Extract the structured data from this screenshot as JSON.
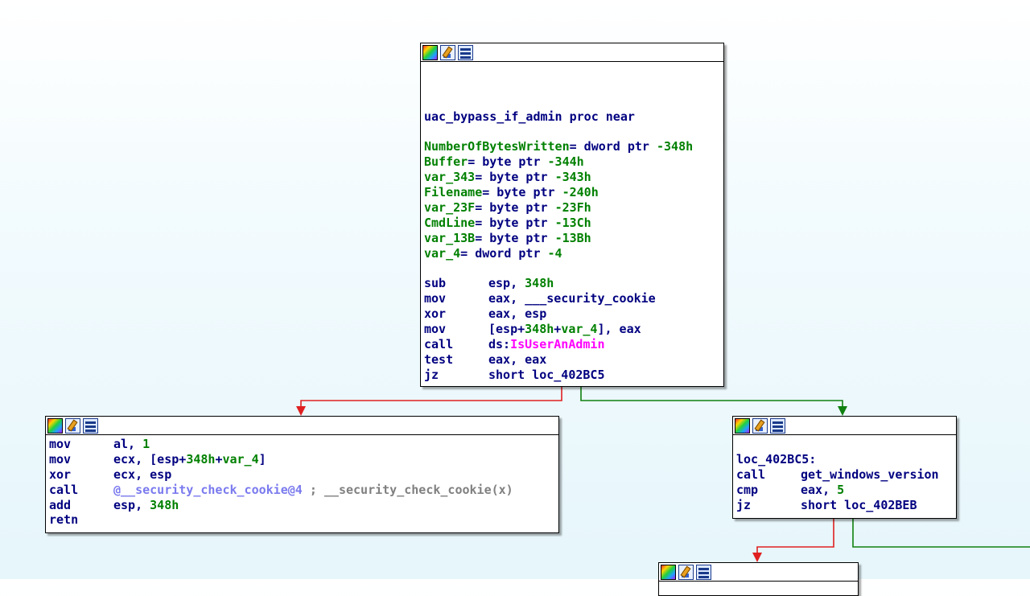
{
  "colors": {
    "edge_true": "#e02020",
    "edge_false": "#108010",
    "text_navy": "#000080",
    "text_green": "#008000",
    "text_import": "#ff00ff",
    "text_comment": "#808080"
  },
  "header_icons": [
    "color-palette-icon",
    "graph-edit-icon",
    "node-list-icon"
  ],
  "block_main": {
    "proc_line": "uac_bypass_if_admin proc near",
    "vars": [
      {
        "name": "NumberOfBytesWritten",
        "type": "= dword ptr ",
        "off": "-348h"
      },
      {
        "name": "Buffer",
        "type": "= byte ptr ",
        "off": "-344h"
      },
      {
        "name": "var_343",
        "type": "= byte ptr ",
        "off": "-343h"
      },
      {
        "name": "Filename",
        "type": "= byte ptr ",
        "off": "-240h"
      },
      {
        "name": "var_23F",
        "type": "= byte ptr ",
        "off": "-23Fh"
      },
      {
        "name": "CmdLine",
        "type": "= byte ptr ",
        "off": "-13Ch"
      },
      {
        "name": "var_13B",
        "type": "= byte ptr ",
        "off": "-13Bh"
      },
      {
        "name": "var_4",
        "type": "= dword ptr ",
        "off": "-4"
      }
    ],
    "ins": [
      {
        "mn": "sub",
        "a": "esp, ",
        "b": "348h"
      },
      {
        "mn": "mov",
        "a": "eax, ___security_cookie"
      },
      {
        "mn": "xor",
        "a": "eax, esp"
      },
      {
        "mn": "mov",
        "a": "[esp+",
        "b": "348h",
        "c": "+",
        "d": "var_4",
        "e": "], eax"
      },
      {
        "mn": "call",
        "a": "ds:",
        "f": "IsUserAnAdmin"
      },
      {
        "mn": "test",
        "a": "eax, eax"
      },
      {
        "mn": "jz",
        "a": "short loc_402BC5"
      }
    ]
  },
  "block_left": {
    "ins": [
      {
        "mn": "mov",
        "a": "al, ",
        "b": "1"
      },
      {
        "mn": "mov",
        "a": "ecx, [esp+",
        "b": "348h",
        "c": "+",
        "d": "var_4",
        "e": "]"
      },
      {
        "mn": "xor",
        "a": "ecx, esp"
      },
      {
        "mn": "call",
        "lib": "@__security_check_cookie@4",
        "cmt": " ; __security_check_cookie(x)"
      },
      {
        "mn": "add",
        "a": "esp, ",
        "b": "348h"
      },
      {
        "mn": "retn"
      }
    ]
  },
  "block_right": {
    "label": "loc_402BC5:",
    "ins": [
      {
        "mn": "call",
        "a": "get_windows_version"
      },
      {
        "mn": "cmp",
        "a": "eax, ",
        "b": "5"
      },
      {
        "mn": "jz",
        "a": "short loc_402BEB"
      }
    ]
  }
}
